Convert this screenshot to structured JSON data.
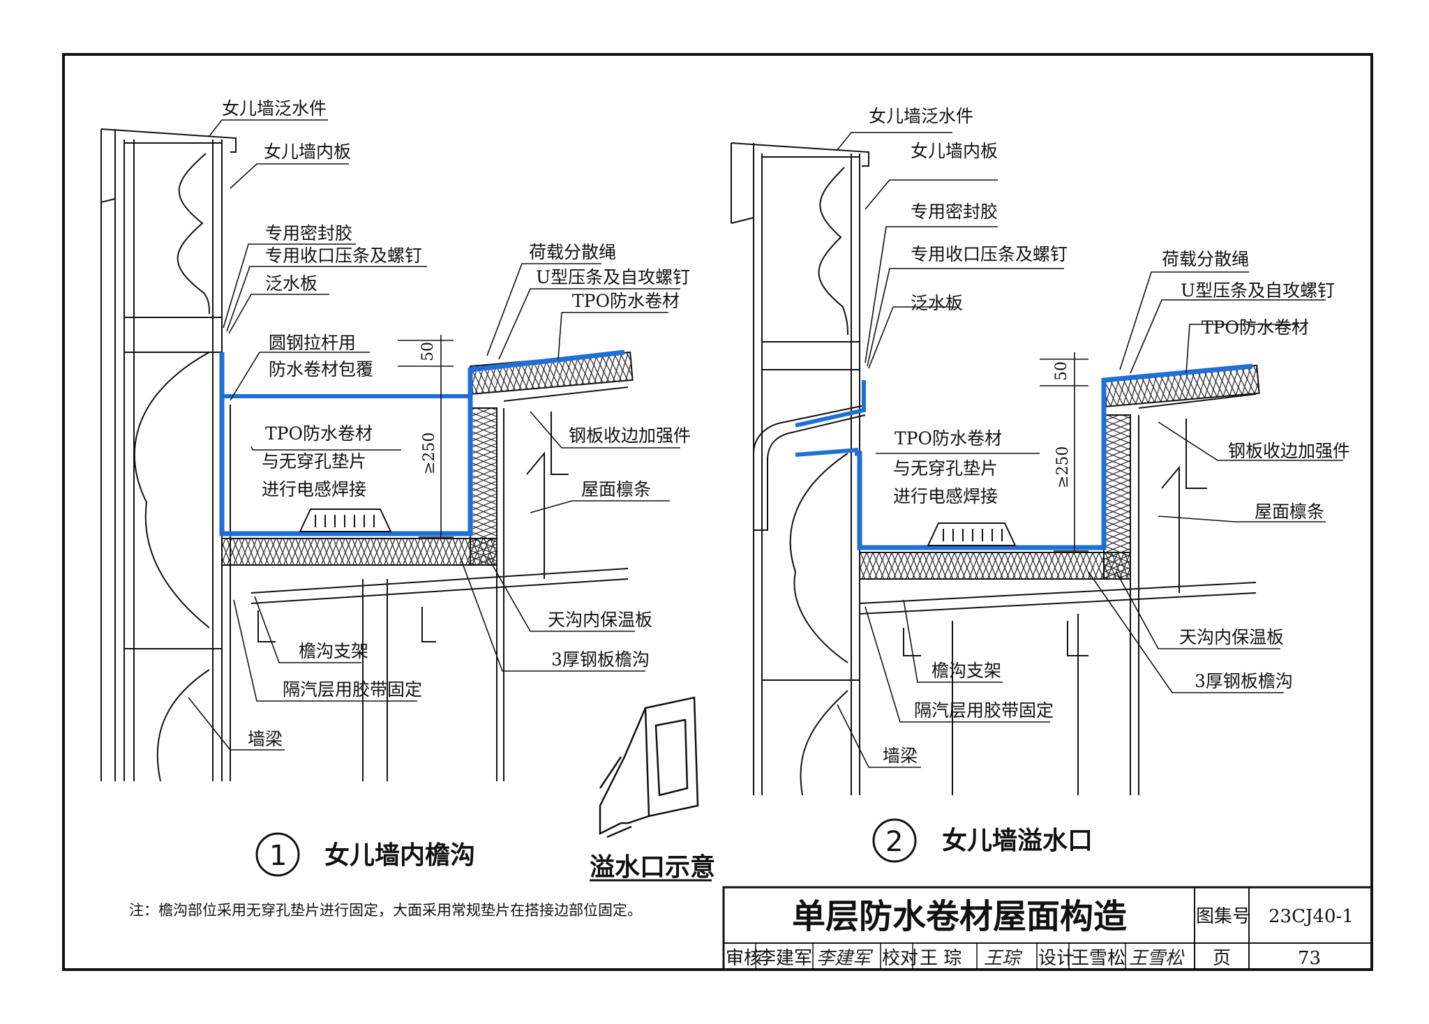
{
  "colors": {
    "membrane": "#1e6fd6",
    "line": "#111111",
    "paper": "#ffffff"
  },
  "detail1": {
    "number": "1",
    "title": "女儿墙内檐沟",
    "labels": {
      "parapet_flashing": "女儿墙泛水件",
      "parapet_inner_panel": "女儿墙内板",
      "sealant": "专用密封胶",
      "termination_bar": "专用收口压条及螺钉",
      "flashing_plate": "泛水板",
      "tie_rod_line1": "圆钢拉杆用",
      "tie_rod_line2": "防水卷材包覆",
      "load_rope": "荷载分散绳",
      "u_strip": "U型压条及自攻螺钉",
      "tpo": "TPO防水卷材",
      "weld_line1": "TPO防水卷材",
      "weld_line2": "与无穿孔垫片",
      "weld_line3": "进行电感焊接",
      "edge_stiffener": "钢板收边加强件",
      "purlin": "屋面檩条",
      "gutter_insulation": "天沟内保温板",
      "steel_gutter": "3厚钢板檐沟",
      "gutter_bracket": "檐沟支架",
      "vapor_tape": "隔汽层用胶带固定",
      "wall_beam": "墙梁"
    },
    "dims": {
      "top": "50",
      "height": "≥250"
    }
  },
  "overflow_sketch": {
    "title": "溢水口示意"
  },
  "detail2": {
    "number": "2",
    "title": "女儿墙溢水口",
    "labels": {
      "parapet_flashing": "女儿墙泛水件",
      "parapet_inner_panel": "女儿墙内板",
      "sealant": "专用密封胶",
      "termination_bar": "专用收口压条及螺钉",
      "flashing_plate": "泛水板",
      "load_rope": "荷载分散绳",
      "u_strip": "U型压条及自攻螺钉",
      "tpo": "TPO防水卷材",
      "weld_line1": "TPO防水卷材",
      "weld_line2": "与无穿孔垫片",
      "weld_line3": "进行电感焊接",
      "edge_stiffener": "钢板收边加强件",
      "purlin": "屋面檩条",
      "gutter_insulation": "天沟内保温板",
      "steel_gutter": "3厚钢板檐沟",
      "gutter_bracket": "檐沟支架",
      "vapor_tape": "隔汽层用胶带固定",
      "wall_beam": "墙梁"
    },
    "dims": {
      "top": "50",
      "height": "≥250"
    }
  },
  "note": "注：檐沟部位采用无穿孔垫片进行固定，大面采用常规垫片在搭接边部位固定。",
  "title_block": {
    "title": "单层防水卷材屋面构造",
    "atlas_label": "图集号",
    "atlas_no": "23CJ40-1",
    "review_label": "审核",
    "reviewer": "李建军",
    "reviewer_sig": "李建军",
    "check_label": "校对",
    "checker": "王 琮",
    "checker_sig": "王琮",
    "design_label": "设计",
    "designer": "王雪松",
    "designer_sig": "王雪松",
    "page_label": "页",
    "page_no": "73"
  }
}
